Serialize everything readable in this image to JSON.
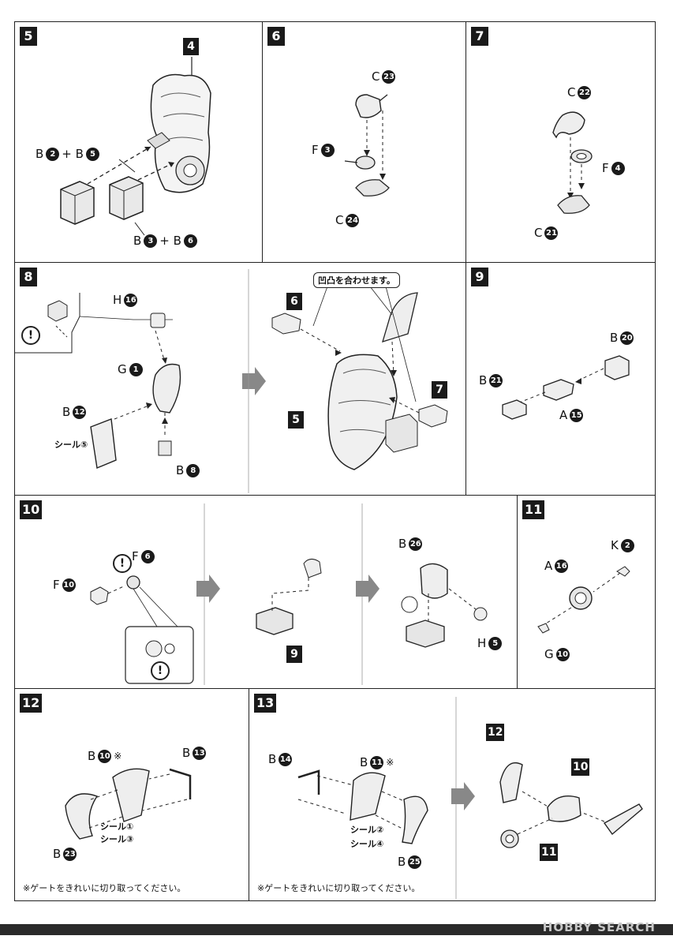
{
  "steps": {
    "s5": {
      "num": "5",
      "tag": "4",
      "lbl1": [
        "B",
        "2",
        "+ B",
        "5"
      ],
      "lbl2": [
        "B",
        "3",
        "+ B",
        "6"
      ]
    },
    "s6": {
      "num": "6",
      "c23": [
        "C",
        "23"
      ],
      "f3": [
        "F",
        "3"
      ],
      "c24": [
        "C",
        "24"
      ]
    },
    "s7": {
      "num": "7",
      "c22": [
        "C",
        "22"
      ],
      "f4": [
        "F",
        "4"
      ],
      "c21": [
        "C",
        "21"
      ]
    },
    "s8": {
      "num": "8",
      "h16": [
        "H",
        "16"
      ],
      "g1": [
        "G",
        "1"
      ],
      "b12": [
        "B",
        "12"
      ],
      "seal": "シール⑤",
      "b8": [
        "B",
        "8"
      ],
      "callout": "凹凸を合わせます。",
      "tag6": "6",
      "tag5": "5",
      "tag7": "7"
    },
    "s9": {
      "num": "9",
      "b20": [
        "B",
        "20"
      ],
      "b21": [
        "B",
        "21"
      ],
      "a15": [
        "A",
        "15"
      ]
    },
    "s10": {
      "num": "10",
      "f6": [
        "F",
        "6"
      ],
      "f10": [
        "F",
        "10"
      ],
      "tag9": "9",
      "b26": [
        "B",
        "26"
      ],
      "h5": [
        "H",
        "5"
      ]
    },
    "s11": {
      "num": "11",
      "k2": [
        "K",
        "2"
      ],
      "a16": [
        "A",
        "16"
      ],
      "g10": [
        "G",
        "10"
      ]
    },
    "s12": {
      "num": "12",
      "b10": [
        "B",
        "10",
        "※"
      ],
      "b13": [
        "B",
        "13"
      ],
      "seal1": "シール①",
      "seal3": "シール③",
      "b23": [
        "B",
        "23"
      ],
      "note": "※ゲートをきれいに切り取ってください。"
    },
    "s13": {
      "num": "13",
      "b14": [
        "B",
        "14"
      ],
      "b11": [
        "B",
        "11",
        "※"
      ],
      "seal2": "シール②",
      "seal4": "シール④",
      "b25": [
        "B",
        "25"
      ],
      "note": "※ゲートをきれいに切り取ってください。",
      "tag12": "12",
      "tag10": "10",
      "tag11": "11"
    }
  },
  "warning_symbol": "!",
  "watermark": "HOBBY SEARCH"
}
